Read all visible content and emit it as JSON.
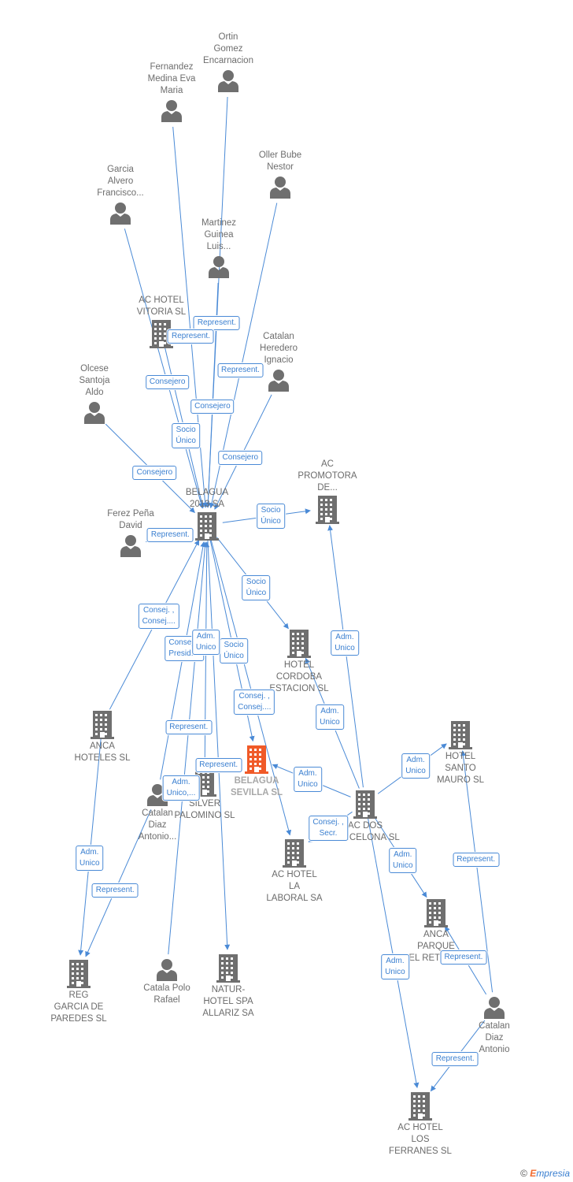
{
  "colors": {
    "edge": "#4a8ad6",
    "person": "#6f6f6f",
    "company": "#6f6f6f",
    "focus": "#f05a28"
  },
  "nodes": [
    {
      "id": "ortin",
      "type": "person",
      "label": "Ortin\nGomez\nEncarnacion"
    },
    {
      "id": "fernandez",
      "type": "person",
      "label": "Fernandez\nMedina Eva\nMaria"
    },
    {
      "id": "oller",
      "type": "person",
      "label": "Oller Bube\nNestor"
    },
    {
      "id": "garcia",
      "type": "person",
      "label": "Garcia\nAlvero\nFrancisco..."
    },
    {
      "id": "martinez",
      "type": "person",
      "label": "Martinez\nGuinea\nLuis..."
    },
    {
      "id": "achotelvitoria",
      "type": "company",
      "label": "AC HOTEL\nVITORIA SL"
    },
    {
      "id": "catalanheredero",
      "type": "person",
      "label": "Catalan\nHeredero\nIgnacio"
    },
    {
      "id": "olcese",
      "type": "person",
      "label": "Olcese\nSantoja\nAldo"
    },
    {
      "id": "belagua2013",
      "type": "company",
      "label": "BELAGUA\n2013 SA"
    },
    {
      "id": "acpromotora",
      "type": "company",
      "label": "AC\nPROMOTORA\nDE..."
    },
    {
      "id": "ferez",
      "type": "person",
      "label": "Ferez Peña\nDavid"
    },
    {
      "id": "hotelcordoba",
      "type": "company",
      "label": "HOTEL\nCORDOBA\nESTACION SL"
    },
    {
      "id": "ancahoteles",
      "type": "company",
      "label": "ANCA\nHOTELES SL"
    },
    {
      "id": "belaguasevilla",
      "type": "focus",
      "label": "BELAGUA\nSEVILLA SL"
    },
    {
      "id": "silver",
      "type": "company",
      "label": "SILVER\nPALOMINO SL"
    },
    {
      "id": "catalandiaz1",
      "type": "person",
      "label": "Catalan\nDiaz\nAntonio..."
    },
    {
      "id": "hotelsantomauro",
      "type": "company",
      "label": "HOTEL\nSANTO\nMAURO SL"
    },
    {
      "id": "acdos",
      "type": "company",
      "label": "AC DOS\nBARCELONA SL"
    },
    {
      "id": "achotellaboral",
      "type": "company",
      "label": "AC HOTEL\nLA\nLABORAL SA"
    },
    {
      "id": "ancaparque",
      "type": "company",
      "label": "ANCA\nPARQUE\nDEL RETIRO SL"
    },
    {
      "id": "reggarcia",
      "type": "company",
      "label": "REG\nGARCIA DE\nPAREDES SL"
    },
    {
      "id": "catalapolo",
      "type": "person",
      "label": "Catala Polo\nRafael"
    },
    {
      "id": "naturhotel",
      "type": "company",
      "label": "NATUR-\nHOTEL SPA\nALLARIZ SA"
    },
    {
      "id": "catalandiaz2",
      "type": "person",
      "label": "Catalan\nDiaz\nAntonio"
    },
    {
      "id": "achotellosferranes",
      "type": "company",
      "label": "AC HOTEL\nLOS\nFERRANES SL"
    }
  ],
  "edges": [
    {
      "from": "ortin",
      "to": "belagua2013",
      "label": "Represent."
    },
    {
      "from": "fernandez",
      "to": "belagua2013",
      "label": "Represent."
    },
    {
      "from": "oller",
      "to": "belagua2013",
      "label": "Represent."
    },
    {
      "from": "garcia",
      "to": "belagua2013",
      "label": "Consejero"
    },
    {
      "from": "martinez",
      "to": "belagua2013",
      "label": "Consejero"
    },
    {
      "from": "achotelvitoria",
      "to": "belagua2013",
      "label": "Socio\nÚnico"
    },
    {
      "from": "catalanheredero",
      "to": "belagua2013",
      "label": "Consejero"
    },
    {
      "from": "olcese",
      "to": "belagua2013",
      "label": "Consejero"
    },
    {
      "from": "ferez",
      "to": "belagua2013",
      "label": "Represent."
    },
    {
      "from": "belagua2013",
      "to": "acpromotora",
      "label": "Socio\nÚnico"
    },
    {
      "from": "belagua2013",
      "to": "hotelcordoba",
      "label": "Socio\nÚnico"
    },
    {
      "from": "ancahoteles",
      "to": "belagua2013",
      "label": "Consej. ,\nConsej...."
    },
    {
      "from": "belagua2013",
      "to": "belaguasevilla",
      "label": "Socio\nÚnico"
    },
    {
      "from": "belagua2013",
      "to": "achotellaboral",
      "label": "Consej. ,\nConsej...."
    },
    {
      "from": "catalandiaz1",
      "to": "belagua2013",
      "label": "Consej. ,\nPresid...."
    },
    {
      "from": "silver",
      "to": "belagua2013",
      "label": "Adm.\nUnico"
    },
    {
      "from": "catalapolo",
      "to": "belagua2013",
      "label": "Represent."
    },
    {
      "from": "belagua2013",
      "to": "naturhotel",
      "label": "Represent."
    },
    {
      "from": "acdos",
      "to": "acpromotora",
      "label": "Adm.\nUnico"
    },
    {
      "from": "acdos",
      "to": "hotelcordoba",
      "label": "Adm.\nUnico"
    },
    {
      "from": "acdos",
      "to": "belaguasevilla",
      "label": "Adm.\nUnico"
    },
    {
      "from": "acdos",
      "to": "hotelsantomauro",
      "label": "Adm.\nUnico"
    },
    {
      "from": "acdos",
      "to": "achotellaboral",
      "label": "Consej. ,\nSecr."
    },
    {
      "from": "acdos",
      "to": "ancaparque",
      "label": "Adm.\nUnico"
    },
    {
      "from": "acdos",
      "to": "achotellosferranes",
      "label": "Adm.\nUnico"
    },
    {
      "from": "ancahoteles",
      "to": "reggarcia",
      "label": "Adm.\nUnico"
    },
    {
      "from": "catalandiaz1",
      "to": "reggarcia",
      "label": "Represent."
    },
    {
      "from": "catalandiaz1",
      "to": "silver",
      "label": "Adm.\nUnico,..."
    },
    {
      "from": "catalandiaz2",
      "to": "hotelsantomauro",
      "label": "Represent."
    },
    {
      "from": "catalandiaz2",
      "to": "ancaparque",
      "label": "Represent."
    },
    {
      "from": "catalandiaz2",
      "to": "achotellosferranes",
      "label": "Represent."
    }
  ],
  "footer": {
    "copyright": "©",
    "brand_first": "E",
    "brand_rest": "mpresia"
  }
}
